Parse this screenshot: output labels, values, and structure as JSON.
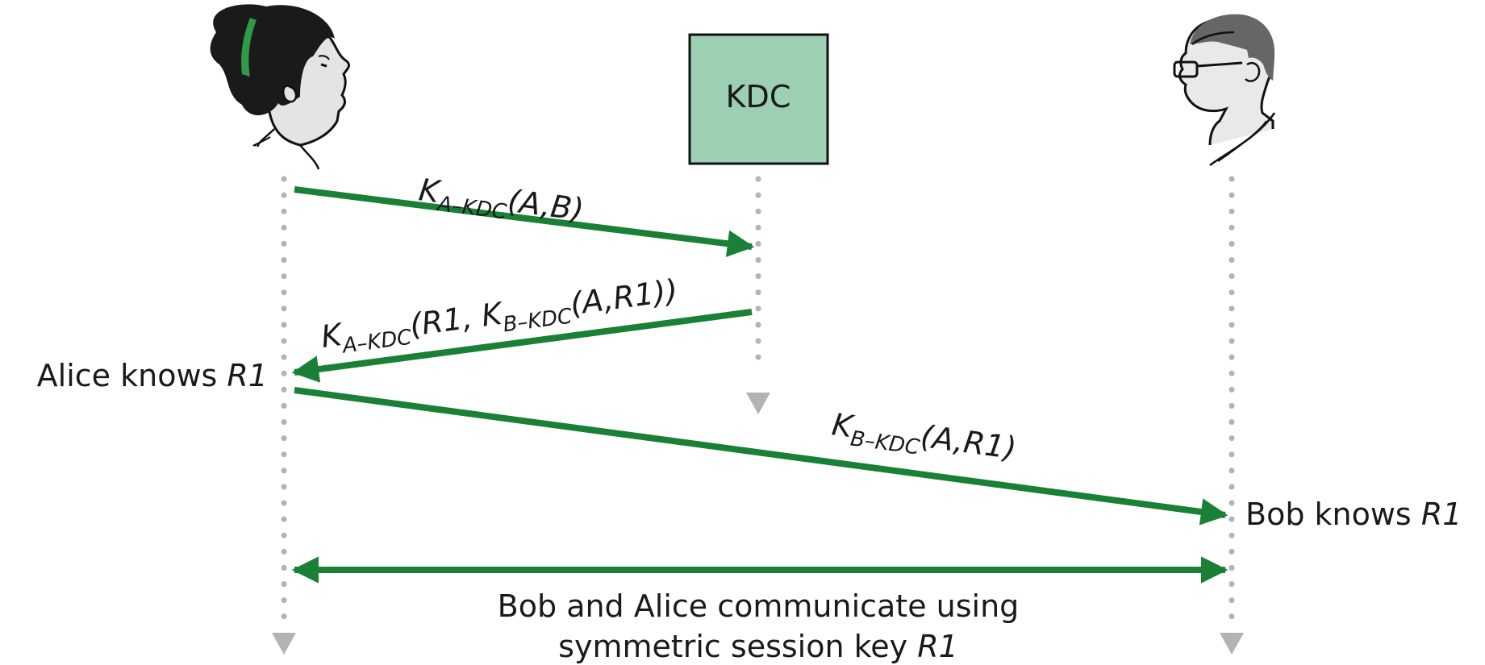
{
  "colors": {
    "arrow": "#1a8035",
    "kdc_fill": "#9dcfb2",
    "lifeline": "#b3b3b3",
    "text": "#1a1a1a"
  },
  "actors": {
    "alice": {
      "icon": "alice-figure"
    },
    "kdc": {
      "label": "KDC"
    },
    "bob": {
      "icon": "bob-figure"
    }
  },
  "messages": {
    "m1": {
      "k": "K",
      "k_sub": "A–KDC",
      "body": "(A,B)"
    },
    "m2": {
      "k": "K",
      "k_sub": "A–KDC",
      "body_a": "(R1, ",
      "inner_k": "K",
      "inner_sub": "B–KDC",
      "body_b": "(A,R1))"
    },
    "m3": {
      "k": "K",
      "k_sub": "B–KDC",
      "body": "(A,R1)"
    }
  },
  "states": {
    "alice_knows_prefix": "Alice knows ",
    "alice_knows_key": "R1",
    "bob_knows_prefix": "Bob knows ",
    "bob_knows_key": "R1"
  },
  "caption": {
    "line1": "Bob and Alice communicate using",
    "line2_prefix": "symmetric session key ",
    "line2_key": "R1"
  }
}
